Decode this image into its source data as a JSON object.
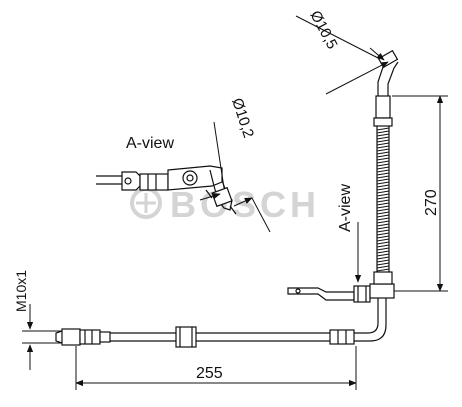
{
  "watermark": "BOSCH",
  "labels": {
    "a_view_title": "A-view",
    "a_view_arrow": "A-view",
    "thread": "M10x1",
    "dia_top": "Ø10,5",
    "dia_mid": "Ø10,2",
    "length_vertical": "270",
    "length_horizontal": "255"
  }
}
